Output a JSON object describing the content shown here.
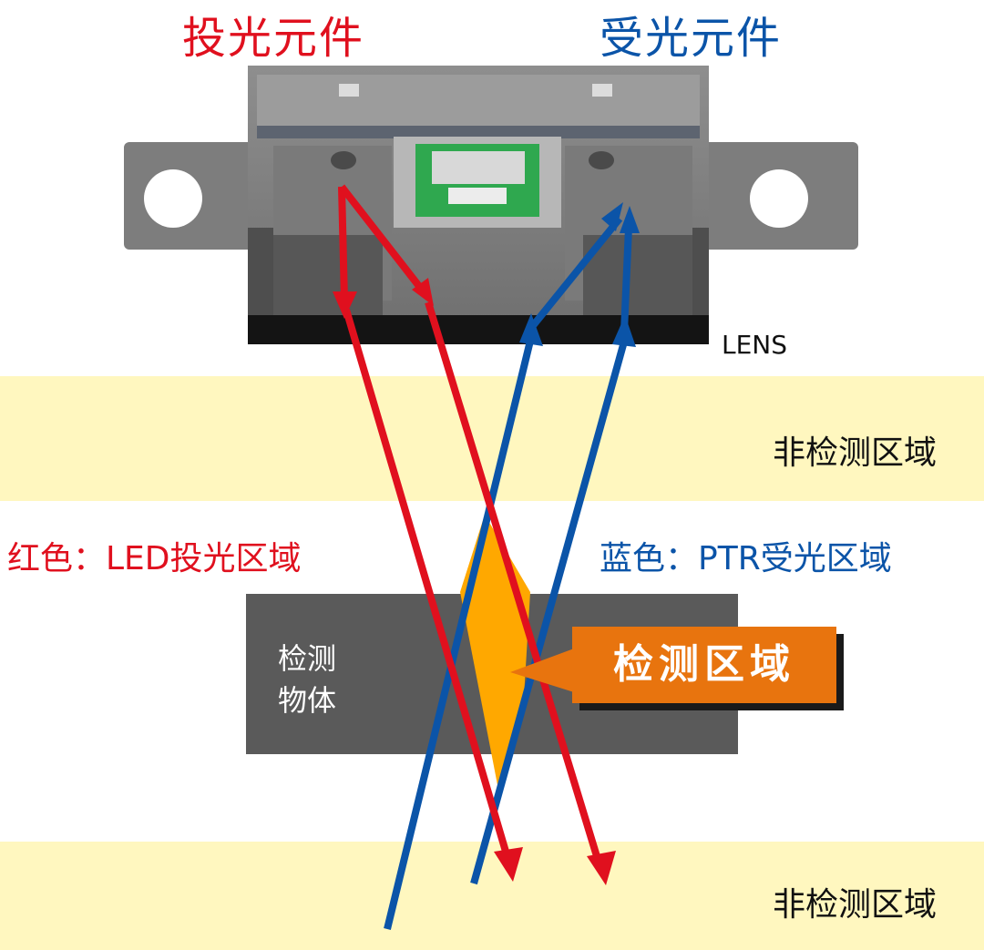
{
  "header": {
    "emitter_title": "投光元件",
    "receiver_title": "受光元件"
  },
  "sensor": {
    "lens_label": "LENS"
  },
  "zones": {
    "top_label": "非检测区域",
    "bottom_label": "非检测区域"
  },
  "legend": {
    "red": "红色：LED投光区域",
    "blue": "蓝色：PTR受光区域"
  },
  "object": {
    "line1": "检测",
    "line2": "物体"
  },
  "callout": {
    "label": "检测区域"
  },
  "colors": {
    "emitter": "#e0101e",
    "receiver": "#0b54a8",
    "zone_fill": "#fff7bf",
    "detect_fill": "#ffa800",
    "callout_fill": "#e8740e",
    "object_fill": "#5a5a5a"
  }
}
